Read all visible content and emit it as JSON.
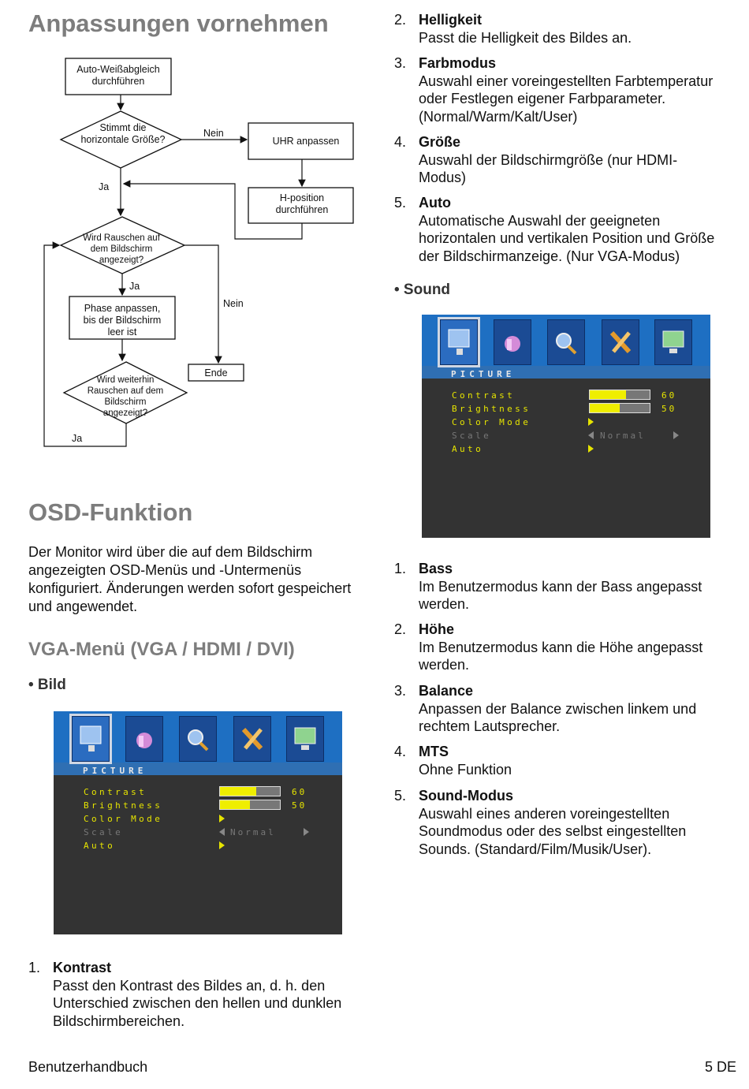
{
  "left": {
    "title": "Anpassungen vornehmen",
    "flowchart": {
      "box_awb_1": "Auto-Weißabgleich",
      "box_awb_2": "durchführen",
      "dia1_1": "Stimmt die",
      "dia1_2": "horizontale Größe?",
      "nein1": "Nein",
      "box_uhr": "UHR anpassen",
      "box_hpos_1": "H-position",
      "box_hpos_2": "durchführen",
      "ja1": "Ja",
      "dia2_1": "Wird Rauschen auf",
      "dia2_2": "dem Bildschirm",
      "dia2_3": "angezeigt?",
      "ja2": "Ja",
      "nein2": "Nein",
      "box_phase_1": "Phase anpassen,",
      "box_phase_2": "bis der Bildschirm",
      "box_phase_3": "leer ist",
      "box_ende": "Ende",
      "dia3_1": "Wird weiterhin",
      "dia3_2": "Rauschen auf dem",
      "dia3_3": "Bildschirm",
      "dia3_4": "angezeigt?",
      "ja3": "Ja"
    },
    "osd_title": "OSD-Funktion",
    "osd_para": "Der Monitor wird über die auf dem Bildschirm angezeigten OSD-Menüs und -Untermenüs konfiguriert. Änderungen werden sofort gespeichert und angewendet.",
    "vga_title": "VGA-Menü (VGA / HDMI / DVI)",
    "bild_label": "• Bild",
    "items": [
      {
        "num": "1.",
        "title": "Kontrast",
        "desc": "Passt den Kontrast des Bildes an, d. h. den Unterschied zwischen den hellen und dunklen Bildschirmbereichen."
      }
    ]
  },
  "right": {
    "items_top": [
      {
        "num": "2.",
        "title": "Helligkeit",
        "desc": "Passt die Helligkeit des Bildes an."
      },
      {
        "num": "3.",
        "title": "Farbmodus",
        "desc": "Auswahl einer voreingestellten Farbtemperatur oder Festlegen eigener Farbparameter. (Normal/Warm/Kalt/User)"
      },
      {
        "num": "4.",
        "title": "Größe",
        "desc": "Auswahl der Bildschirmgröße (nur HDMI-Modus)"
      },
      {
        "num": "5.",
        "title": "Auto",
        "desc": "Automatische Auswahl der geeigneten horizontalen und vertikalen Position und Größe der Bildschirmanzeige. (Nur VGA-Modus)"
      }
    ],
    "sound_label": "• Sound",
    "items_sound": [
      {
        "num": "1.",
        "title": "Bass",
        "desc": "Im Benutzermodus kann der Bass angepasst werden."
      },
      {
        "num": "2.",
        "title": "Höhe",
        "desc": "Im Benutzermodus kann die Höhe angepasst werden."
      },
      {
        "num": "3.",
        "title": "Balance",
        "desc": "Anpassen der Balance zwischen linkem und rechtem Lautsprecher."
      },
      {
        "num": "4.",
        "title": "MTS",
        "desc": "Ohne Funktion"
      },
      {
        "num": "5.",
        "title": "Sound-Modus",
        "desc": "Auswahl eines anderen voreingestellten Soundmodus oder des selbst eingestellten Sounds. (Standard/Film/Musik/User)."
      }
    ]
  },
  "osd_menu": {
    "tab": "PICTURE",
    "rows": {
      "contrast": "Contrast",
      "brightness": "Brightness",
      "color_mode": "Color Mode",
      "scale": "Scale",
      "auto": "Auto"
    },
    "contrast_value": "60",
    "brightness_value": "50",
    "contrast_level": 0.6,
    "brightness_level": 0.5,
    "scale_value": "Normal",
    "icons": [
      "monitor-icon",
      "sound-icon",
      "magnifier-icon",
      "tools-icon",
      "pc-info-icon"
    ],
    "colors": {
      "bar": "#1e6fc2",
      "panel": "#333333",
      "text": "#e6e400"
    }
  },
  "footer": {
    "left": "Benutzerhandbuch",
    "right": "5 DE"
  }
}
